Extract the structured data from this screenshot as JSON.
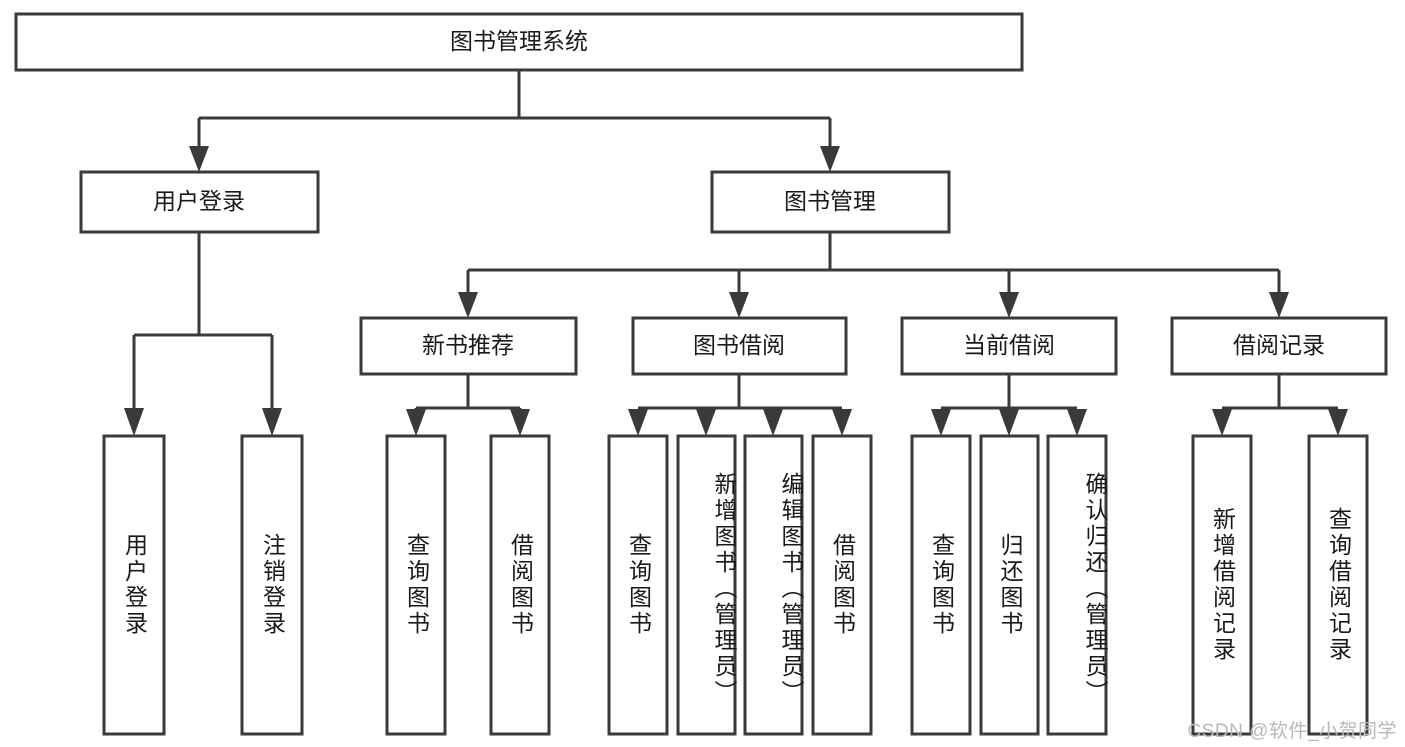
{
  "diagram": {
    "title": "图书管理系统",
    "watermark": "CSDN @软件_小贺同学",
    "colors": {
      "stroke": "#3a3a3a",
      "box_fill": "#ffffff",
      "text": "#1a1a1a",
      "watermark": "#b9b9b9",
      "background": "#ffffff"
    },
    "root": {
      "label": "图书管理系统"
    },
    "level2": [
      {
        "label": "用户登录"
      },
      {
        "label": "图书管理"
      }
    ],
    "level3": [
      {
        "label": "新书推荐"
      },
      {
        "label": "图书借阅"
      },
      {
        "label": "当前借阅"
      },
      {
        "label": "借阅记录"
      }
    ],
    "leaves": {
      "user_login": [
        {
          "label": "用户登录"
        },
        {
          "label": "注销登录"
        }
      ],
      "new_book_recommend": [
        {
          "label": "查询图书"
        },
        {
          "label": "借阅图书"
        }
      ],
      "book_borrow": [
        {
          "label": "查询图书"
        },
        {
          "label": "新增图书（管理员）"
        },
        {
          "label": "编辑图书（管理员）"
        },
        {
          "label": "借阅图书"
        }
      ],
      "current_borrow": [
        {
          "label": "查询图书"
        },
        {
          "label": "归还图书"
        },
        {
          "label": "确认归还（管理员）"
        }
      ],
      "borrow_record": [
        {
          "label": "新增借阅记录"
        },
        {
          "label": "查询借阅记录"
        }
      ]
    }
  }
}
